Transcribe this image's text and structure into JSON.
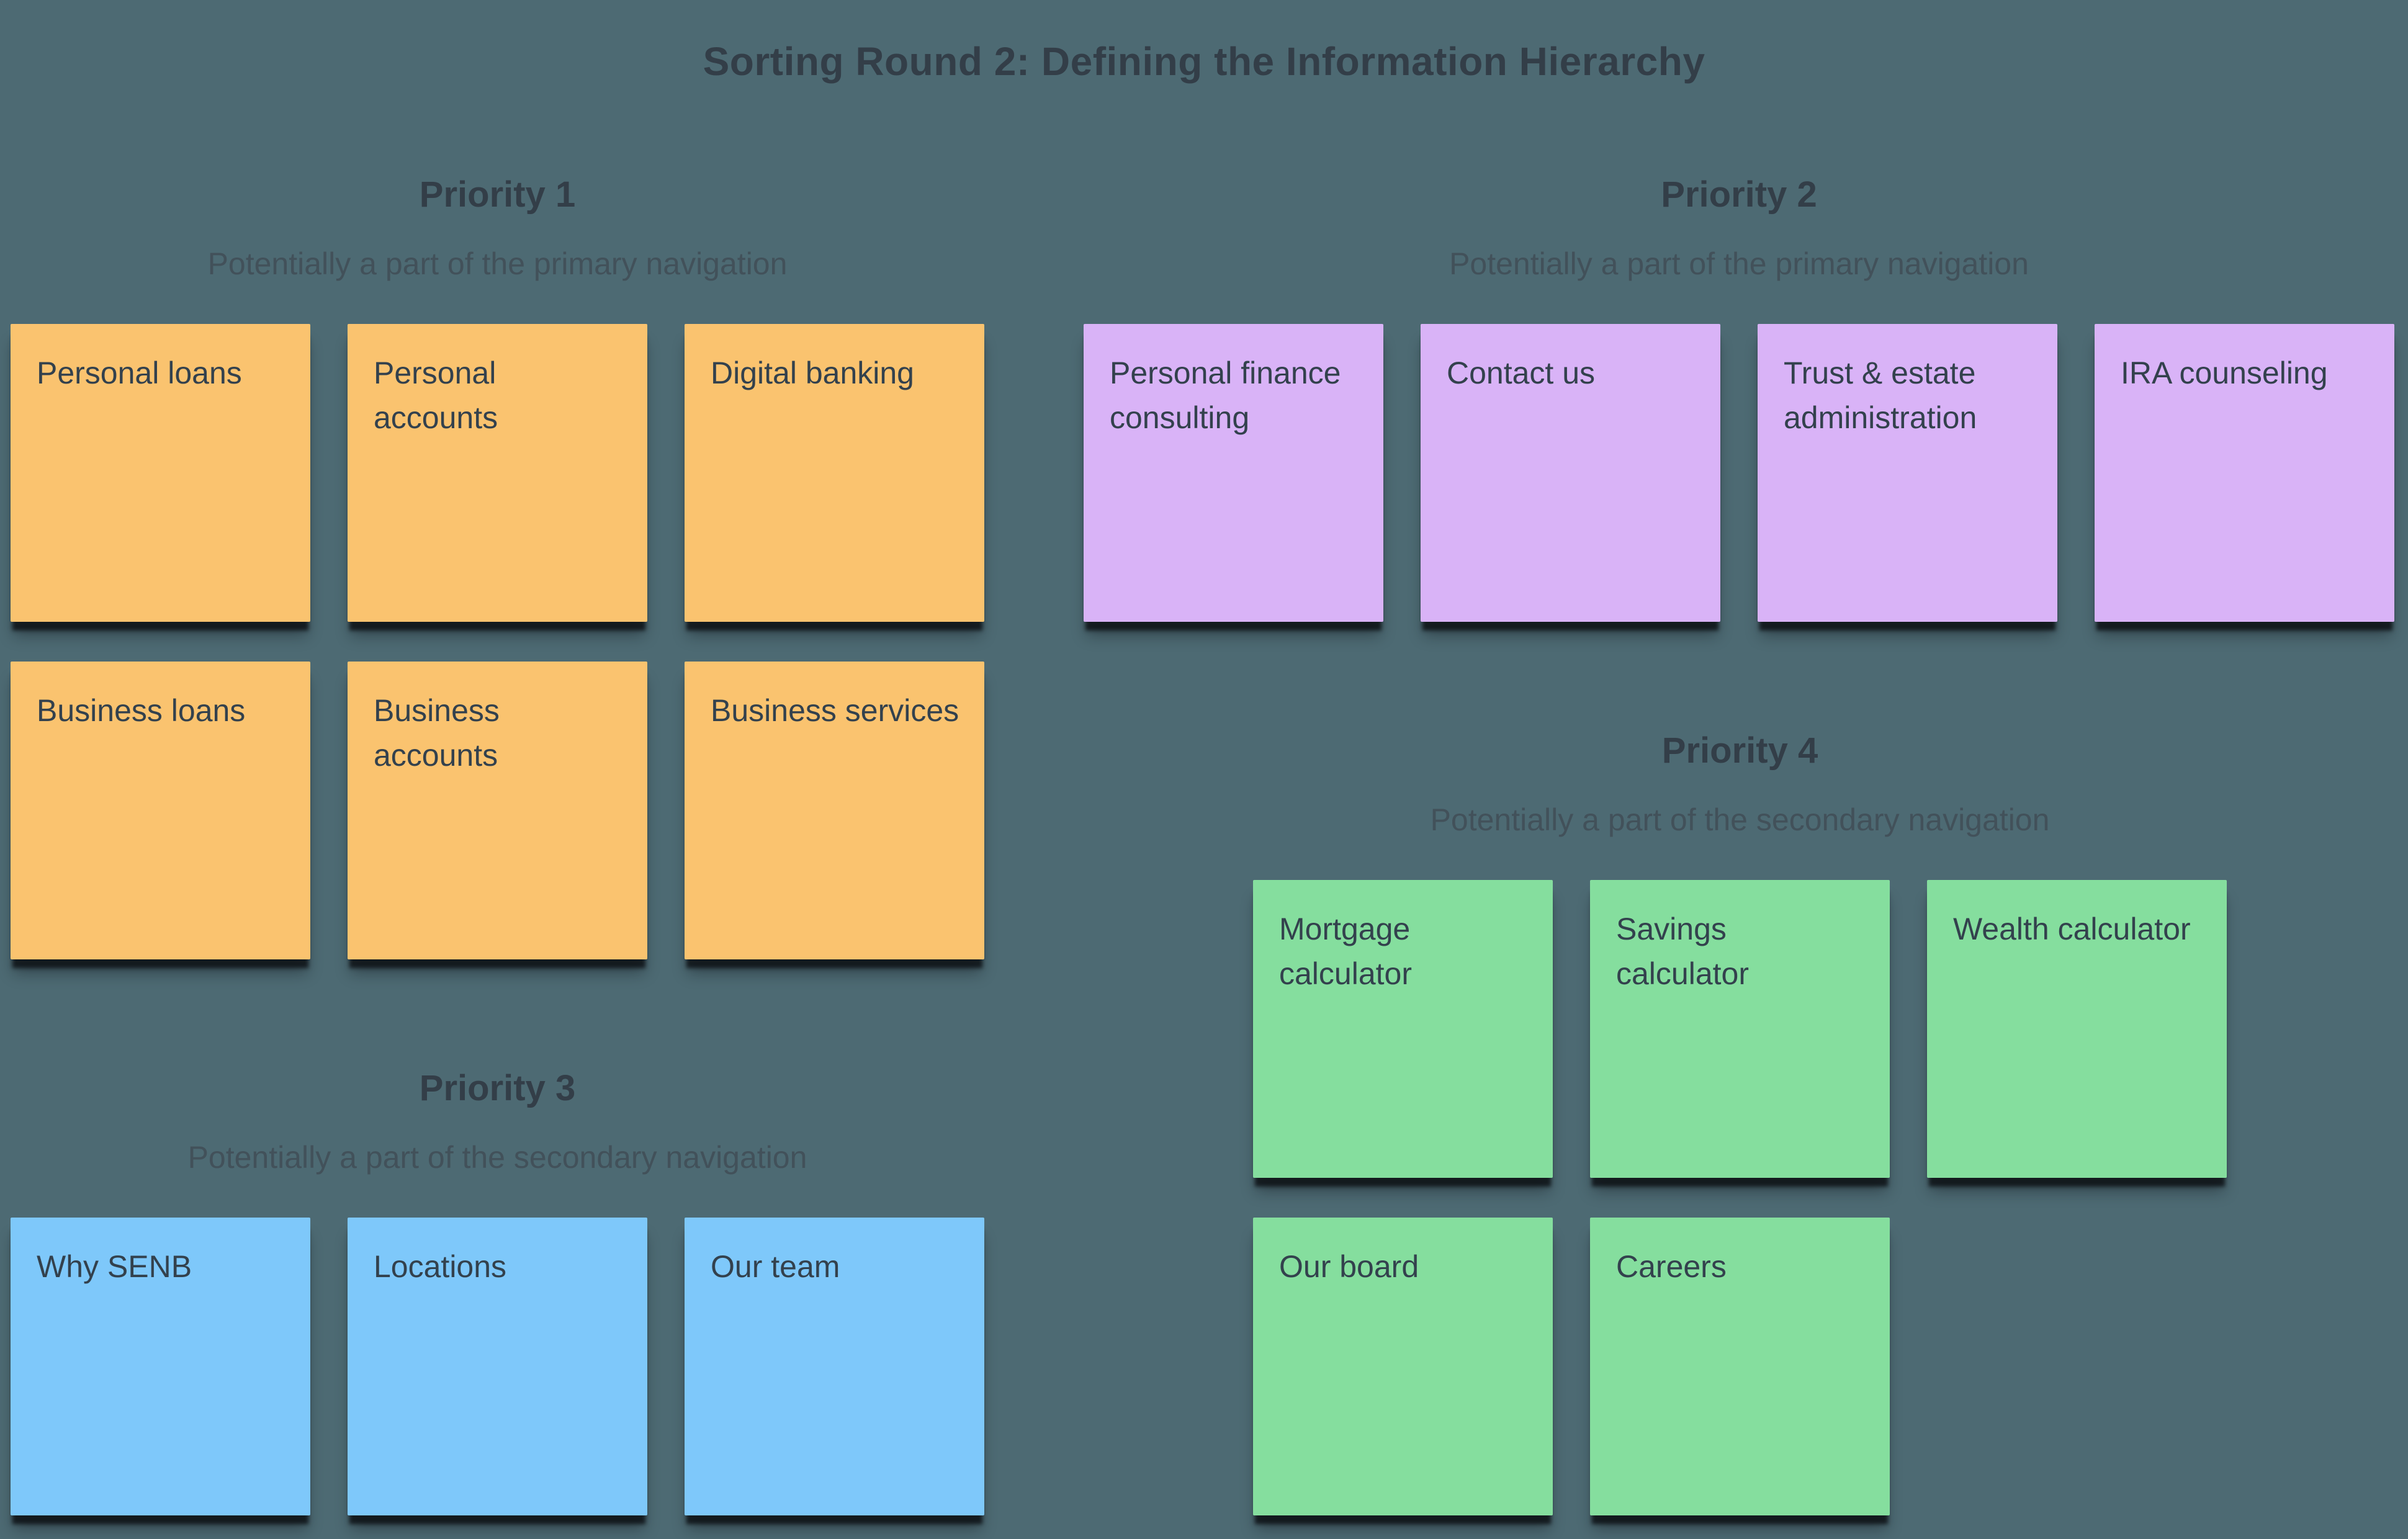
{
  "title": "Sorting Round 2: Defining the Information Hierarchy",
  "colors": {
    "background": "#4D6A73",
    "heading_text": "#333E48",
    "subtitle_text": "#42515A",
    "note_text": "#33414D",
    "note_orange": "#FAC36F",
    "note_purple": "#D9B3F7",
    "note_green": "#85DE9E",
    "note_blue": "#7EC8FA"
  },
  "groups": [
    {
      "id": "priority-1",
      "heading": "Priority 1",
      "subtitle": "Potentially a part of the primary navigation",
      "note_color": "#FAC36F",
      "rows": [
        [
          "Personal loans",
          "Personal\naccounts",
          "Digital banking"
        ],
        [
          "Business loans",
          "Business\naccounts",
          "Business services"
        ]
      ]
    },
    {
      "id": "priority-2",
      "heading": "Priority 2",
      "subtitle": "Potentially a part of the primary navigation",
      "note_color": "#D9B3F7",
      "rows": [
        [
          "Personal finance\nconsulting",
          "Contact us",
          "Trust & estate\nadministration",
          "IRA counseling"
        ]
      ]
    },
    {
      "id": "priority-4",
      "heading": "Priority 4",
      "subtitle": "Potentially a part of the secondary navigation",
      "note_color": "#85DE9E",
      "rows": [
        [
          "Mortgage\ncalculator",
          "Savings\ncalculator",
          "Wealth calculator"
        ],
        [
          "Our board",
          "Careers"
        ]
      ]
    },
    {
      "id": "priority-3",
      "heading": "Priority 3",
      "subtitle": "Potentially a part of the secondary navigation",
      "note_color": "#7EC8FA",
      "rows": [
        [
          "Why SENB",
          "Locations",
          "Our team"
        ]
      ]
    }
  ]
}
